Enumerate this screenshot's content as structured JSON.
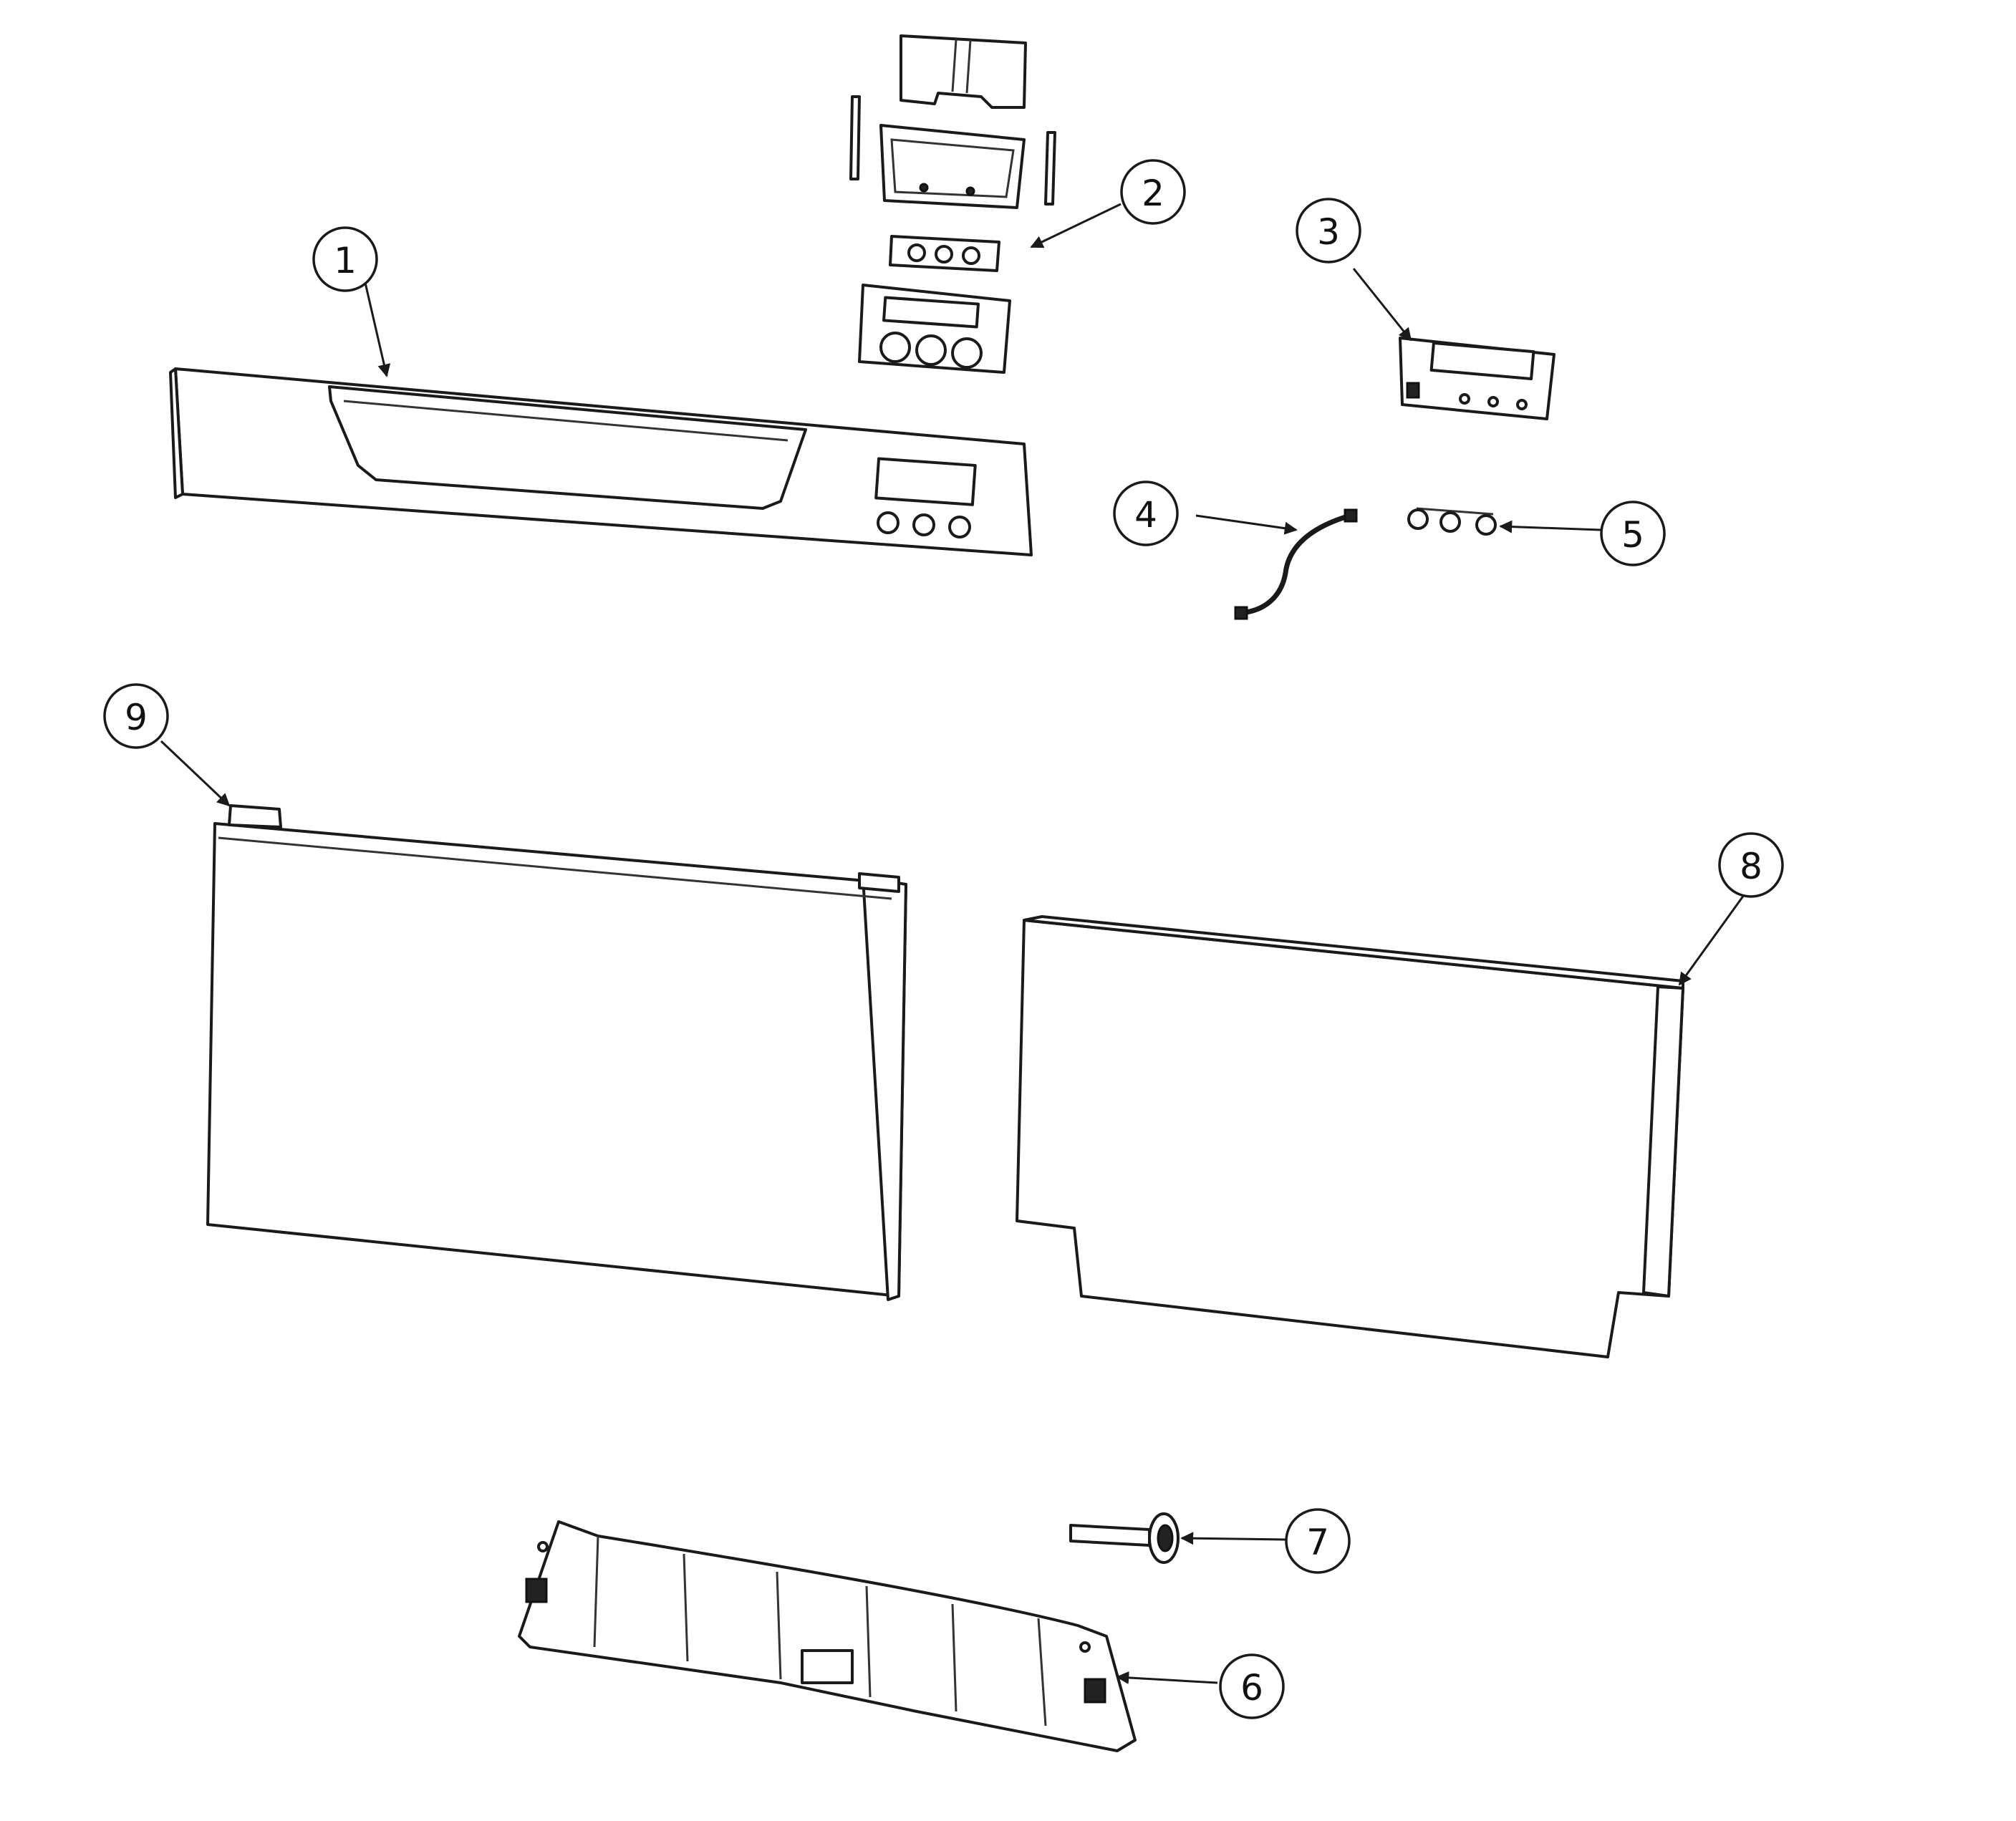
{
  "diagram": {
    "type": "exploded-parts-view",
    "callouts": [
      {
        "id": "1",
        "label": "1"
      },
      {
        "id": "2",
        "label": "2"
      },
      {
        "id": "3",
        "label": "3"
      },
      {
        "id": "4",
        "label": "4"
      },
      {
        "id": "5",
        "label": "5"
      },
      {
        "id": "6",
        "label": "6"
      },
      {
        "id": "7",
        "label": "7"
      },
      {
        "id": "8",
        "label": "8"
      },
      {
        "id": "9",
        "label": "9"
      }
    ]
  }
}
